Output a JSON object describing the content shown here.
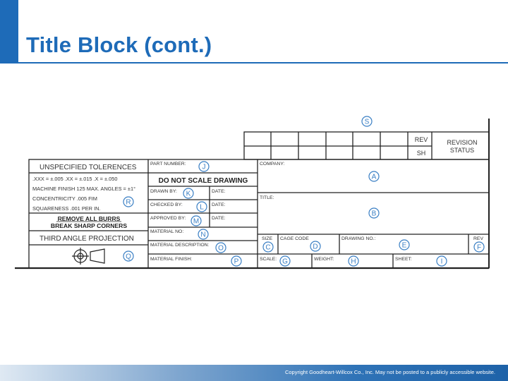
{
  "header": {
    "title": "Title Block (cont.)"
  },
  "footer": {
    "copyright": "Copyright Goodheart-Willcox Co., Inc.  May not be posted to a publicly accessible website."
  },
  "title_block": {
    "rev_label": "REV",
    "sh_label": "SH",
    "revision_status_line1": "REVISION",
    "revision_status_line2": "STATUS",
    "unspecified_tolerances": "UNSPECIFIED  TOLERENCES",
    "tolerance_line": ".XXX = ±.005   .XX = ±.015   .X = ±.050",
    "machine_finish": "MACHINE  FINISH  125  MAX.   ANGLES = ±1°",
    "concentricity": "CONCENTRICITY  .005  FIM",
    "squareness": "SQUARENESS  .001  PER  IN.",
    "remove_burrs": "REMOVE  ALL  BURRS",
    "break_corners": "BREAK  SHARP  CORNERS",
    "third_angle": "THIRD  ANGLE  PROJECTION",
    "part_number": "PART  NUMBER:",
    "do_not_scale": "DO  NOT  SCALE  DRAWING",
    "drawn_by": "DRAWN  BY:",
    "checked_by": "CHECKED  BY:",
    "approved_by": "APPROVED  BY:",
    "date1": "DATE:",
    "date2": "DATE:",
    "date3": "DATE:",
    "material_no": "MATERIAL  NO:",
    "material_description": "MATERIAL  DESCRIPTION:",
    "material_finish": "MATERIAL  FINISH:",
    "company": "COMPANY:",
    "title": "TITLE:",
    "size": "SIZE",
    "cage_code": "CAGE  CODE",
    "drawing_no": "DRAWING  NO.:",
    "rev_small": "REV",
    "scale": "SCALE:",
    "weight": "WEIGHT:",
    "sheet": "SHEET:"
  },
  "callouts": {
    "A": "A",
    "B": "B",
    "C": "C",
    "D": "D",
    "E": "E",
    "F": "F",
    "G": "G",
    "H": "H",
    "I": "I",
    "J": "J",
    "K": "K",
    "L": "L",
    "M": "M",
    "N": "N",
    "O": "O",
    "P": "P",
    "Q": "Q",
    "R": "R",
    "S": "S"
  },
  "colors": {
    "accent": "#1e6bb8",
    "callout": "#3a7fc4",
    "label": "#333333"
  }
}
